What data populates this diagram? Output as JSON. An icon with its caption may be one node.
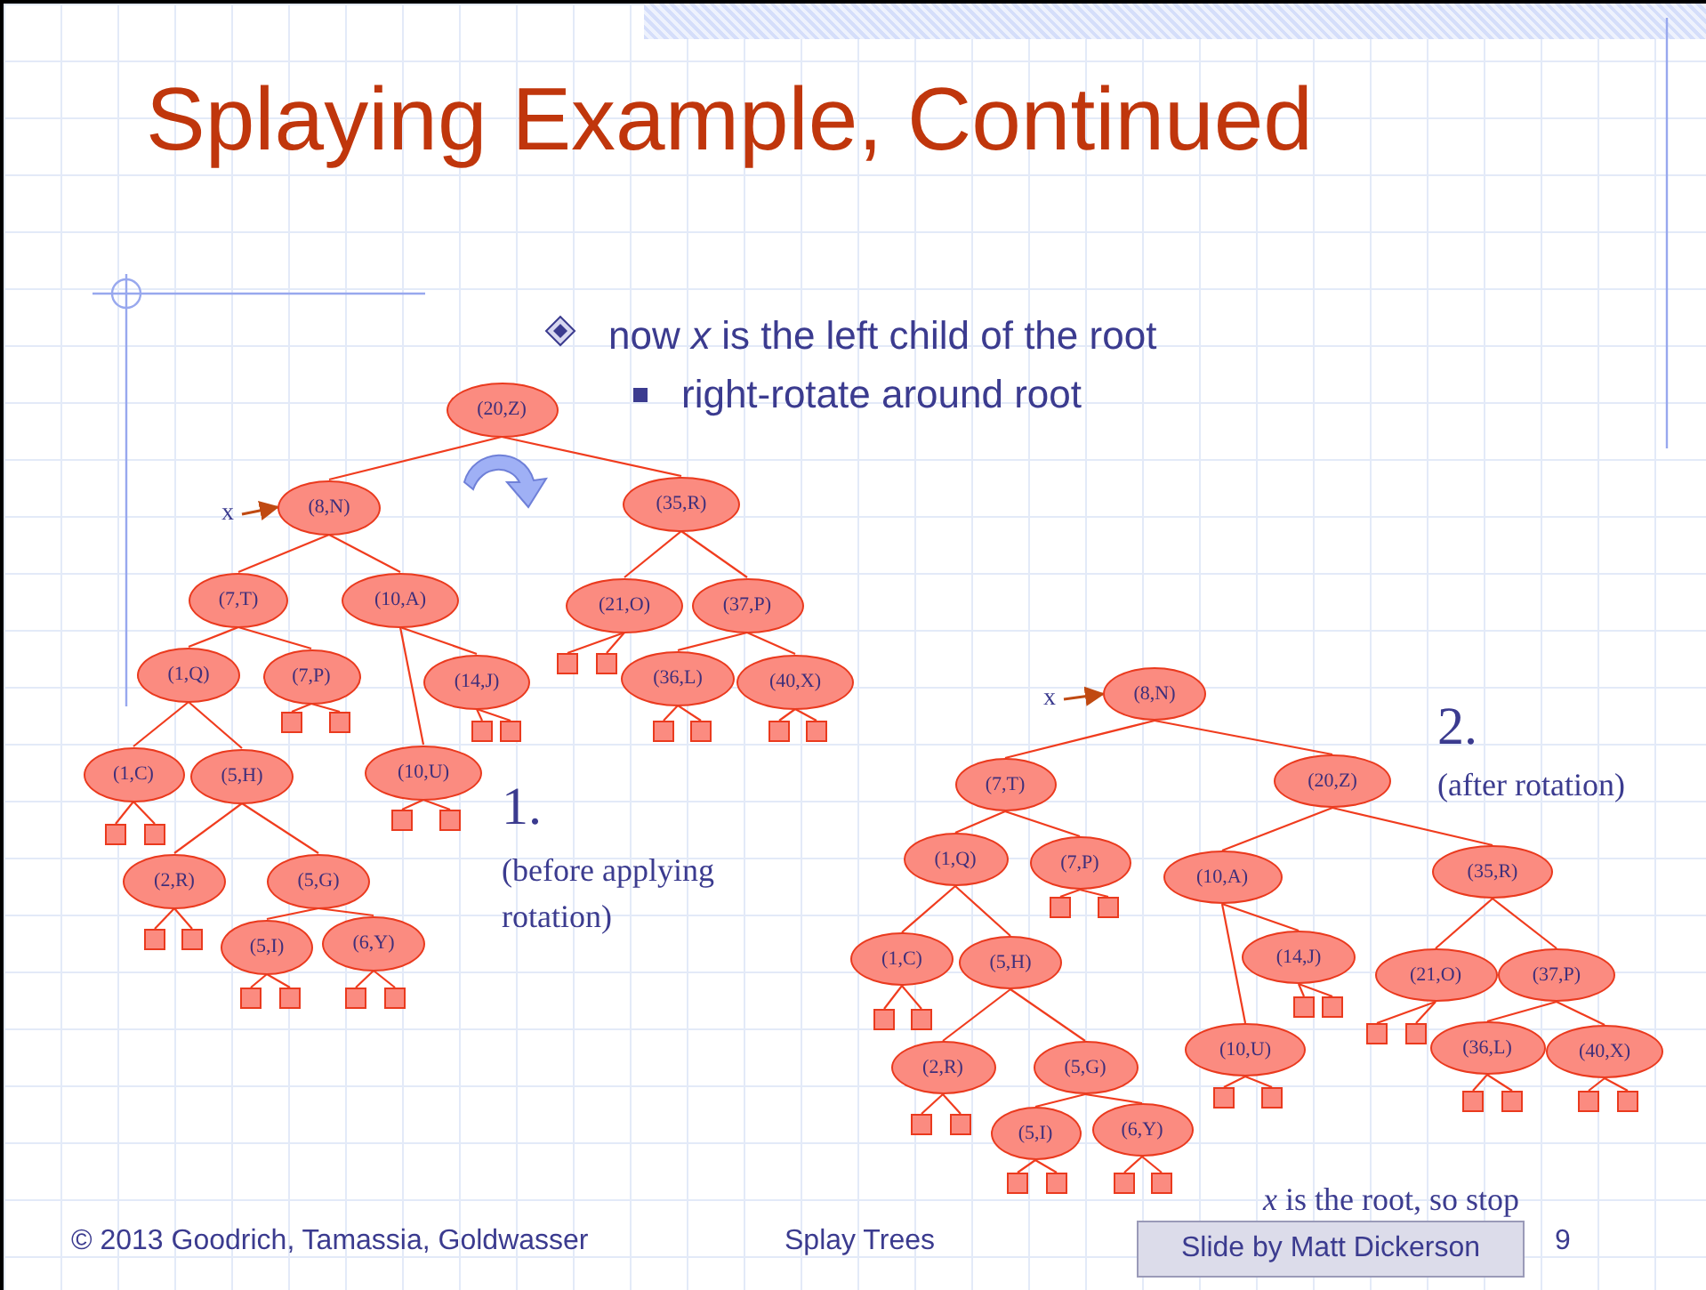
{
  "diagram": {
    "title": "Splaying Example, Continued",
    "nodes": [
      {
        "text": [
          "(20,Z)"
        ]
      },
      {
        "text": [
          "x"
        ]
      },
      {
        "text": [
          "(8,N)"
        ]
      },
      {
        "text": [
          "(35,R)"
        ]
      },
      {
        "text": [
          "(7,T)"
        ]
      },
      {
        "text": [
          "(10,A)"
        ]
      },
      {
        "text": [
          "(21,O)"
        ]
      },
      {
        "text": [
          "(37,P)"
        ]
      },
      {
        "text": [
          "(1,Q)"
        ]
      },
      {
        "text": [
          "(7,P)"
        ]
      },
      {
        "text": [
          "(14,J)"
        ]
      },
      {
        "text": [
          "(36,L)"
        ]
      },
      {
        "text": [
          "(40,X)"
        ]
      },
      {
        "text": [
          "(1,C)"
        ]
      },
      {
        "text": [
          "(5,H)"
        ]
      },
      {
        "text": [
          "(10,U)"
        ]
      },
      {
        "text": [
          "(2,R)"
        ]
      },
      {
        "text": [
          "(5,G)"
        ]
      },
      {
        "text": [
          "(5,I)"
        ]
      },
      {
        "text": [
          "(6,Y)"
        ]
      },
      {
        "text": [],
        "shape": "box"
      },
      {
        "text": [],
        "shape": "box"
      },
      {
        "text": [],
        "shape": "box"
      },
      {
        "text": [],
        "shape": "box"
      },
      {
        "text": [],
        "shape": "box"
      },
      {
        "text": [],
        "shape": "box"
      },
      {
        "text": [],
        "shape": "box"
      },
      {
        "text": [],
        "shape": "box"
      },
      {
        "text": [],
        "shape": "box"
      },
      {
        "text": [],
        "shape": "box"
      },
      {
        "text": [],
        "shape": "box"
      },
      {
        "text": [],
        "shape": "box"
      },
      {
        "text": [],
        "shape": "box"
      },
      {
        "text": [],
        "shape": "box"
      },
      {
        "text": [],
        "shape": "box"
      },
      {
        "text": [],
        "shape": "box"
      },
      {
        "text": [],
        "shape": "box"
      },
      {
        "text": [],
        "shape": "box"
      },
      {
        "text": [],
        "shape": "box"
      },
      {
        "text": [],
        "shape": "box"
      },
      {
        "text": [
          "x"
        ]
      },
      {
        "text": [
          "(8,N)"
        ]
      },
      {
        "text": [
          "(7,T)"
        ]
      },
      {
        "text": [
          "(20,Z)"
        ]
      },
      {
        "text": [
          "(1,Q)"
        ]
      },
      {
        "text": [
          "(7,P)"
        ]
      },
      {
        "text": [
          "(10,A)"
        ]
      },
      {
        "text": [
          "(35,R)"
        ]
      },
      {
        "text": [
          "(1,C)"
        ]
      },
      {
        "text": [
          "(5,H)"
        ]
      },
      {
        "text": [
          "(14,J)"
        ]
      },
      {
        "text": [
          "(21,O)"
        ]
      },
      {
        "text": [
          "(37,P)"
        ]
      },
      {
        "text": [
          "(2,R)"
        ]
      },
      {
        "text": [
          "(5,G)"
        ]
      },
      {
        "text": [
          "(10,U)"
        ]
      },
      {
        "text": [
          "(36,L)"
        ]
      },
      {
        "text": [
          "(40,X)"
        ]
      },
      {
        "text": [
          "(5,I)"
        ]
      },
      {
        "text": [
          "(6,Y)"
        ]
      },
      {
        "text": [],
        "shape": "box"
      },
      {
        "text": [],
        "shape": "box"
      },
      {
        "text": [],
        "shape": "box"
      },
      {
        "text": [],
        "shape": "box"
      },
      {
        "text": [],
        "shape": "box"
      },
      {
        "text": [],
        "shape": "box"
      },
      {
        "text": [],
        "shape": "box"
      },
      {
        "text": [],
        "shape": "box"
      },
      {
        "text": [],
        "shape": "box"
      },
      {
        "text": [],
        "shape": "box"
      },
      {
        "text": [],
        "shape": "box"
      },
      {
        "text": [],
        "shape": "box"
      },
      {
        "text": [],
        "shape": "box"
      },
      {
        "text": [],
        "shape": "box"
      },
      {
        "text": [],
        "shape": "box"
      },
      {
        "text": [],
        "shape": "box"
      },
      {
        "text": [],
        "shape": "box"
      },
      {
        "text": [],
        "shape": "box"
      },
      {
        "text": [],
        "shape": "box"
      },
      {
        "text": [],
        "shape": "box"
      },
      {
        "text": [
          "Slide by Matt Dickerson"
        ]
      }
    ],
    "edges": [
      {
        "from": 1,
        "to": 2,
        "arrow": "to",
        "color": "#c04a12"
      },
      {
        "from": 0,
        "to": 2,
        "arrow": "none"
      },
      {
        "from": 0,
        "to": 3,
        "arrow": "none"
      },
      {
        "from": 2,
        "to": 4,
        "arrow": "none"
      },
      {
        "from": 2,
        "to": 5,
        "arrow": "none"
      },
      {
        "from": 3,
        "to": 6,
        "arrow": "none"
      },
      {
        "from": 3,
        "to": 7,
        "arrow": "none"
      },
      {
        "from": 4,
        "to": 8,
        "arrow": "none"
      },
      {
        "from": 4,
        "to": 9,
        "arrow": "none"
      },
      {
        "from": 5,
        "to": 15,
        "arrow": "none"
      },
      {
        "from": 5,
        "to": 10,
        "arrow": "none"
      },
      {
        "from": 7,
        "to": 11,
        "arrow": "none"
      },
      {
        "from": 7,
        "to": 12,
        "arrow": "none"
      },
      {
        "from": 8,
        "to": 13,
        "arrow": "none"
      },
      {
        "from": 8,
        "to": 14,
        "arrow": "none"
      },
      {
        "from": 14,
        "to": 16,
        "arrow": "none"
      },
      {
        "from": 14,
        "to": 17,
        "arrow": "none"
      },
      {
        "from": 17,
        "to": 18,
        "arrow": "none"
      },
      {
        "from": 17,
        "to": 19,
        "arrow": "none"
      },
      {
        "from": 6,
        "to": 20,
        "arrow": "none"
      },
      {
        "from": 6,
        "to": 21,
        "arrow": "none"
      },
      {
        "from": 9,
        "to": 22,
        "arrow": "none"
      },
      {
        "from": 9,
        "to": 23,
        "arrow": "none"
      },
      {
        "from": 10,
        "to": 24,
        "arrow": "none"
      },
      {
        "from": 10,
        "to": 25,
        "arrow": "none"
      },
      {
        "from": 11,
        "to": 26,
        "arrow": "none"
      },
      {
        "from": 11,
        "to": 27,
        "arrow": "none"
      },
      {
        "from": 12,
        "to": 28,
        "arrow": "none"
      },
      {
        "from": 12,
        "to": 29,
        "arrow": "none"
      },
      {
        "from": 15,
        "to": 30,
        "arrow": "none"
      },
      {
        "from": 15,
        "to": 31,
        "arrow": "none"
      },
      {
        "from": 13,
        "to": 32,
        "arrow": "none"
      },
      {
        "from": 13,
        "to": 33,
        "arrow": "none"
      },
      {
        "from": 16,
        "to": 34,
        "arrow": "none"
      },
      {
        "from": 16,
        "to": 35,
        "arrow": "none"
      },
      {
        "from": 18,
        "to": 36,
        "arrow": "none"
      },
      {
        "from": 18,
        "to": 37,
        "arrow": "none"
      },
      {
        "from": 19,
        "to": 38,
        "arrow": "none"
      },
      {
        "from": 19,
        "to": 39,
        "arrow": "none"
      },
      {
        "from": 40,
        "to": 41,
        "arrow": "to",
        "color": "#c04a12"
      },
      {
        "from": 41,
        "to": 42,
        "arrow": "none"
      },
      {
        "from": 41,
        "to": 43,
        "arrow": "none"
      },
      {
        "from": 42,
        "to": 44,
        "arrow": "none"
      },
      {
        "from": 42,
        "to": 45,
        "arrow": "none"
      },
      {
        "from": 43,
        "to": 46,
        "arrow": "none"
      },
      {
        "from": 43,
        "to": 47,
        "arrow": "none"
      },
      {
        "from": 44,
        "to": 48,
        "arrow": "none"
      },
      {
        "from": 44,
        "to": 49,
        "arrow": "none"
      },
      {
        "from": 46,
        "to": 55,
        "arrow": "none"
      },
      {
        "from": 46,
        "to": 50,
        "arrow": "none"
      },
      {
        "from": 47,
        "to": 51,
        "arrow": "none"
      },
      {
        "from": 47,
        "to": 52,
        "arrow": "none"
      },
      {
        "from": 49,
        "to": 53,
        "arrow": "none"
      },
      {
        "from": 49,
        "to": 54,
        "arrow": "none"
      },
      {
        "from": 52,
        "to": 56,
        "arrow": "none"
      },
      {
        "from": 52,
        "to": 57,
        "arrow": "none"
      },
      {
        "from": 54,
        "to": 58,
        "arrow": "none"
      },
      {
        "from": 54,
        "to": 59,
        "arrow": "none"
      },
      {
        "from": 45,
        "to": 60,
        "arrow": "none"
      },
      {
        "from": 45,
        "to": 61,
        "arrow": "none"
      },
      {
        "from": 50,
        "to": 62,
        "arrow": "none"
      },
      {
        "from": 50,
        "to": 63,
        "arrow": "none"
      },
      {
        "from": 48,
        "to": 64,
        "arrow": "none"
      },
      {
        "from": 48,
        "to": 65,
        "arrow": "none"
      },
      {
        "from": 51,
        "to": 66,
        "arrow": "none"
      },
      {
        "from": 51,
        "to": 67,
        "arrow": "none"
      },
      {
        "from": 55,
        "to": 68,
        "arrow": "none"
      },
      {
        "from": 55,
        "to": 69,
        "arrow": "none"
      },
      {
        "from": 56,
        "to": 70,
        "arrow": "none"
      },
      {
        "from": 56,
        "to": 71,
        "arrow": "none"
      },
      {
        "from": 57,
        "to": 72,
        "arrow": "none"
      },
      {
        "from": 57,
        "to": 73,
        "arrow": "none"
      },
      {
        "from": 53,
        "to": 74,
        "arrow": "none"
      },
      {
        "from": 53,
        "to": 75,
        "arrow": "none"
      },
      {
        "from": 58,
        "to": 76,
        "arrow": "none"
      },
      {
        "from": 58,
        "to": 77,
        "arrow": "none"
      },
      {
        "from": 59,
        "to": 78,
        "arrow": "none"
      },
      {
        "from": 59,
        "to": 79,
        "arrow": "none"
      }
    ],
    "labels": [
      "now *x* is the left child of the root",
      "right-rotate around root",
      "1.",
      "(before applying rotation)",
      "2.",
      "(after rotation)",
      "*x* is the root, so stop",
      "© 2013 Goodrich, Tamassia, Goldwasser",
      "Splay Trees",
      "9"
    ]
  }
}
